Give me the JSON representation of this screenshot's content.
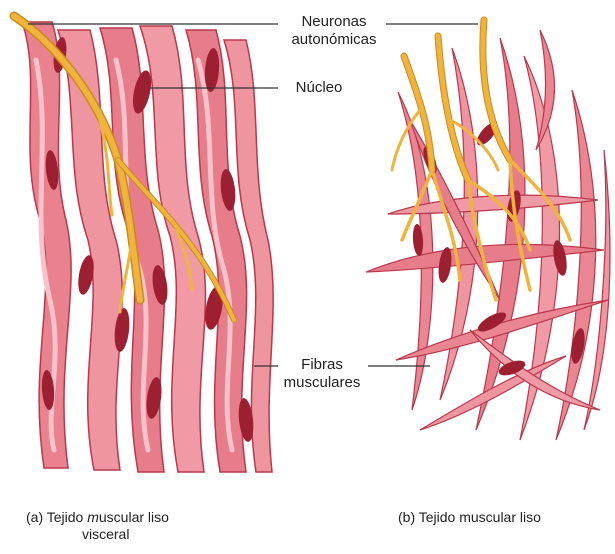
{
  "labels": {
    "neurons_line1": "Neuronas",
    "neurons_line2": "autonómicas",
    "nucleus": "Núcleo",
    "fibers_line1": "Fibras",
    "fibers_line2": "musculares"
  },
  "captions": {
    "a_prefix": "(a) Tejido ",
    "a_italic": "m",
    "a_rest": "uscular liso",
    "a_line2": "visceral",
    "b": "(b) Tejido muscular liso"
  },
  "colors": {
    "fiber_fill": "#e9818e",
    "fiber_light": "#f5b6bd",
    "fiber_edge": "#b8384d",
    "nucleus": "#9c1f32",
    "nerve": "#f0b43c",
    "nerve_edge": "#c98a1f",
    "leader": "#333333"
  }
}
